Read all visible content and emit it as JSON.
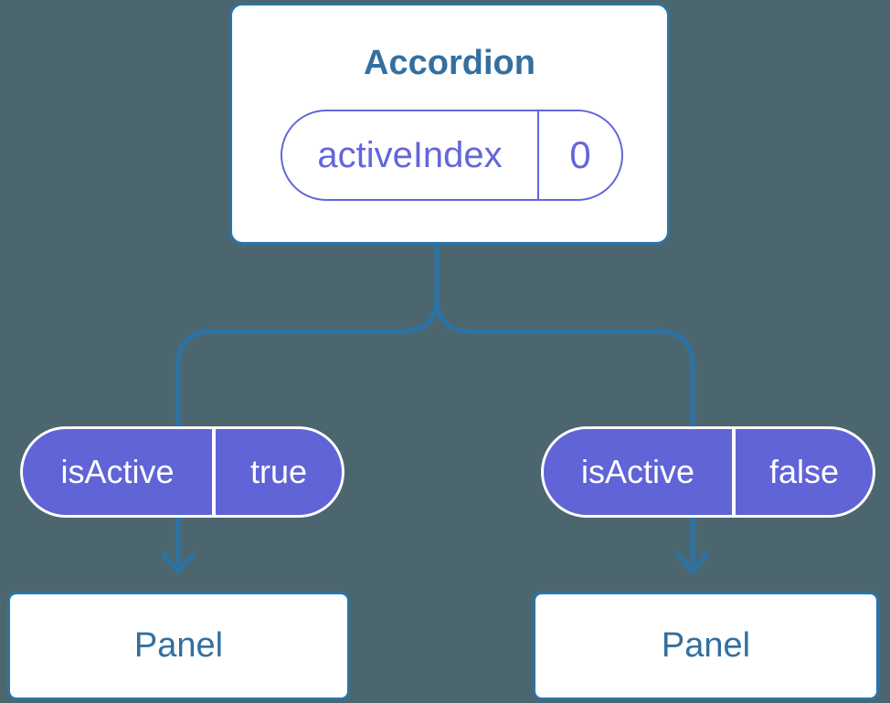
{
  "colors": {
    "background": "#4C6670",
    "connector": "#2A73A6",
    "card_border": "#2B74A7",
    "heading_text": "#336F9F",
    "pill_purple_fill": "#6064D6",
    "pill_purple_outline": "#6366DB",
    "pill_text_on_purple": "#FFFFFF"
  },
  "tree": {
    "root": {
      "title": "Accordion",
      "state": {
        "name": "activeIndex",
        "value": "0"
      }
    },
    "children": [
      {
        "prop": {
          "name": "isActive",
          "value": "true"
        },
        "label": "Panel"
      },
      {
        "prop": {
          "name": "isActive",
          "value": "false"
        },
        "label": "Panel"
      }
    ]
  }
}
